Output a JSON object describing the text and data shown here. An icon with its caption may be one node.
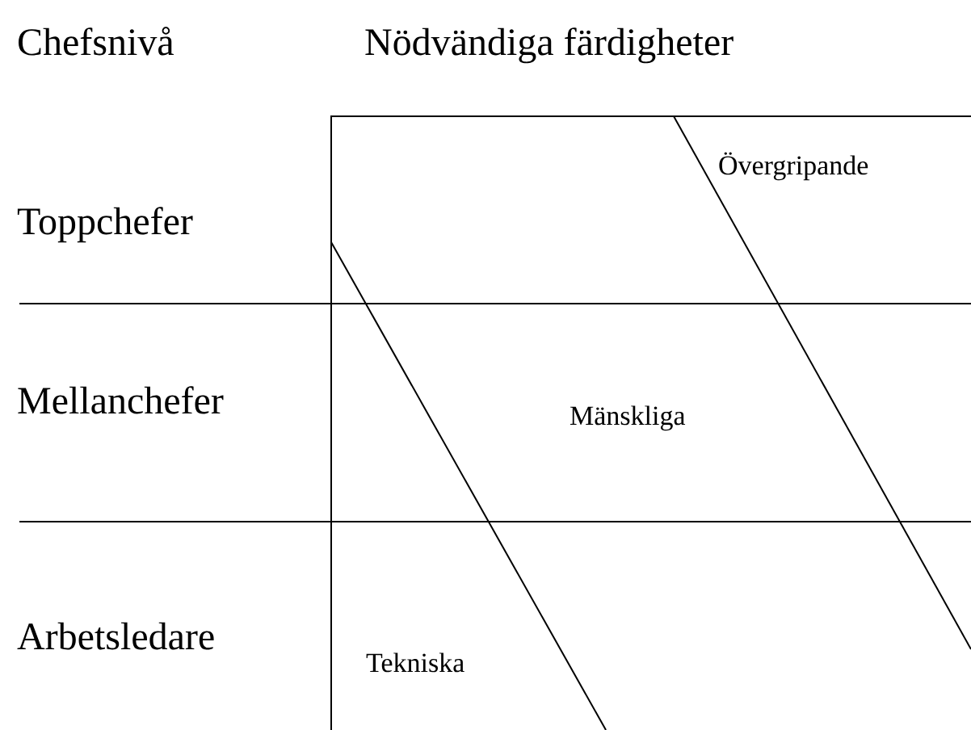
{
  "diagram": {
    "labels": [
      "Chefsnivå",
      "Nödvändiga färdigheter",
      "Övergripande",
      "Toppchefer",
      "Mellanchefer",
      "Mänskliga",
      "Arbetsledare",
      "Tekniska"
    ]
  }
}
